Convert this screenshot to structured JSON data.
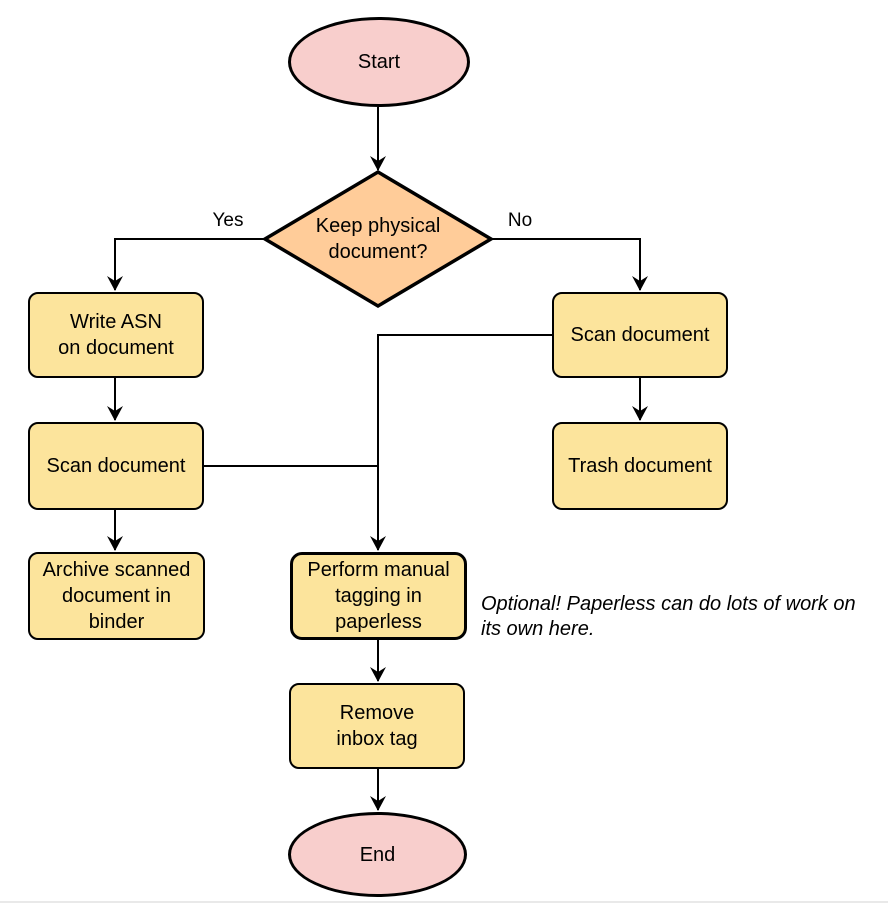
{
  "nodes": {
    "start": {
      "label": "Start",
      "type": "terminal"
    },
    "decision": {
      "label": "Keep physical\ndocument?",
      "type": "decision"
    },
    "write_asn": {
      "label": "Write ASN\non document",
      "type": "process"
    },
    "scan_left": {
      "label": "Scan document",
      "type": "process"
    },
    "archive": {
      "label": "Archive scanned\ndocument in\nbinder",
      "type": "process"
    },
    "scan_right": {
      "label": "Scan document",
      "type": "process"
    },
    "trash": {
      "label": "Trash document",
      "type": "process"
    },
    "tagging": {
      "label": "Perform manual\ntagging in\npaperless",
      "type": "process"
    },
    "remove_inbox": {
      "label": "Remove\ninbox tag",
      "type": "process"
    },
    "end": {
      "label": "End",
      "type": "terminal"
    }
  },
  "edge_labels": {
    "yes": "Yes",
    "no": "No"
  },
  "note": {
    "text": "Optional! Paperless can do lots of work on\nits own here."
  },
  "colors": {
    "terminal_fill": "#F8CECC",
    "decision_fill": "#FFCC99",
    "process_fill": "#FCE49C",
    "stroke": "#000000",
    "note_text": "#000000"
  }
}
